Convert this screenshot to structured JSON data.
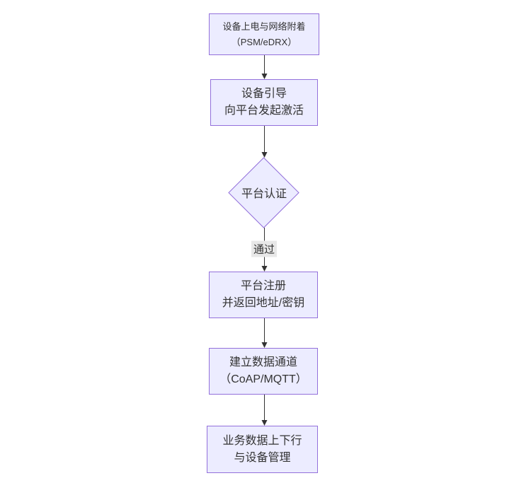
{
  "theme": {
    "node_fill": "#ECECFF",
    "node_border": "#9370DB",
    "text_color": "#333333",
    "arrow_color": "#333333",
    "edge_label_bg": "#e8e8e8",
    "background": "#ffffff"
  },
  "flowchart": {
    "direction": "top-down",
    "nodes": [
      {
        "id": "power-attach",
        "type": "rect",
        "lines": [
          "设备上电与网络附着",
          "（PSM/eDRX）"
        ]
      },
      {
        "id": "bootstrap",
        "type": "rect",
        "lines": [
          "设备引导",
          "向平台发起激活"
        ]
      },
      {
        "id": "auth",
        "type": "diamond",
        "lines": [
          "平台认证"
        ]
      },
      {
        "id": "register",
        "type": "rect",
        "lines": [
          "平台注册",
          "并返回地址/密钥"
        ]
      },
      {
        "id": "data-channel",
        "type": "rect",
        "lines": [
          "建立数据通道",
          "（CoAP/MQTT）"
        ]
      },
      {
        "id": "business",
        "type": "rect",
        "lines": [
          "业务数据上下行",
          "与设备管理"
        ]
      }
    ],
    "edges": [
      {
        "from": "power-attach",
        "to": "bootstrap",
        "label": ""
      },
      {
        "from": "bootstrap",
        "to": "auth",
        "label": ""
      },
      {
        "from": "auth",
        "to": "register",
        "label": "通过"
      },
      {
        "from": "register",
        "to": "data-channel",
        "label": ""
      },
      {
        "from": "data-channel",
        "to": "business",
        "label": ""
      }
    ]
  }
}
